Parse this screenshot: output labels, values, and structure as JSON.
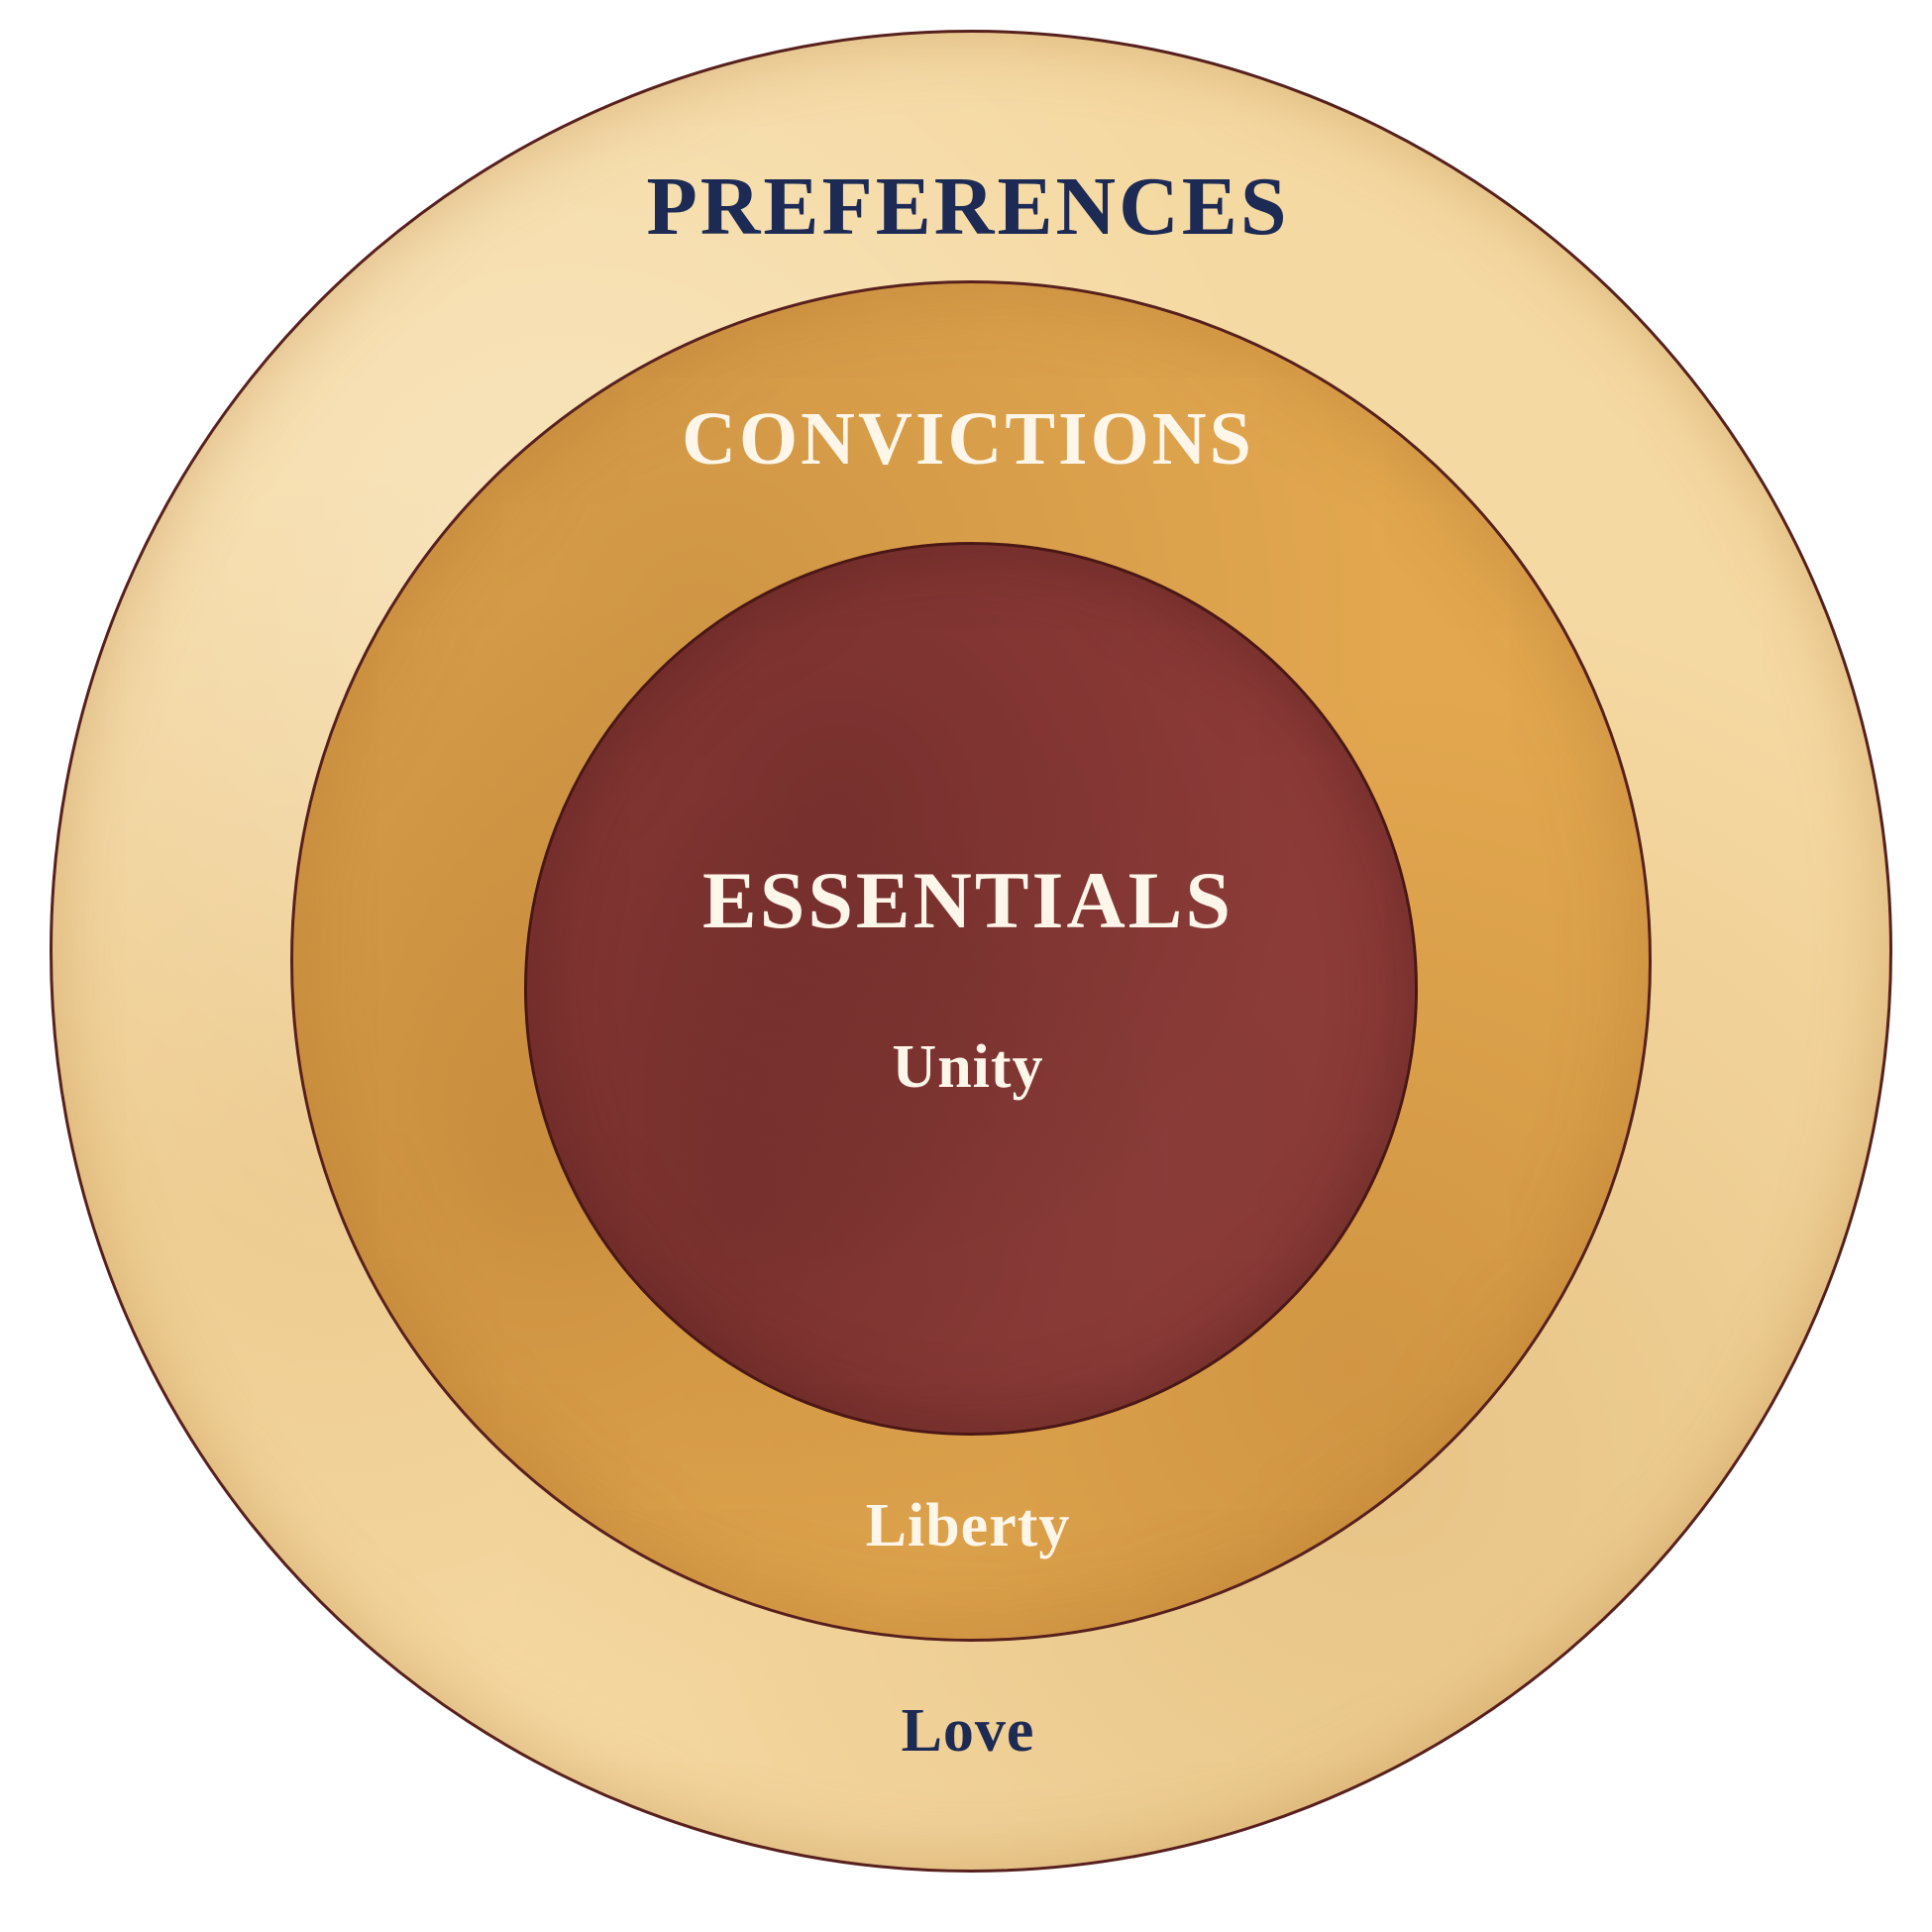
{
  "diagram": {
    "title": "Essentials / Convictions / Preferences concentric circles",
    "rings": [
      {
        "name": "outer",
        "label": "PREFERENCES",
        "value_label": "Love",
        "fill_color": "#f5d9a2",
        "label_color": "#1c2a54"
      },
      {
        "name": "middle",
        "label": "CONVICTIONS",
        "value_label": "Liberty",
        "fill_color": "#e2a74f",
        "label_color": "#fdf6e9"
      },
      {
        "name": "inner",
        "label": "ESSENTIALS",
        "value_label": "Unity",
        "fill_color": "#8e3b38",
        "label_color": "#fdf6e9"
      }
    ],
    "colors": {
      "background": "#ffffff",
      "circle_border": "#57201d",
      "navy_text": "#1c2a54",
      "cream_text": "#fdf6e9"
    }
  }
}
